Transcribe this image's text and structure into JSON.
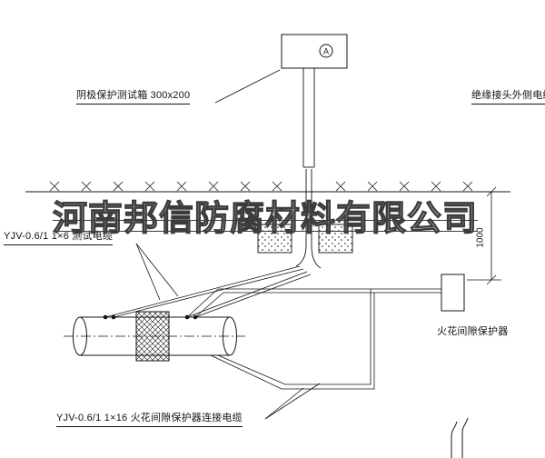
{
  "labels": {
    "test_box": {
      "text": "阴极保护测试箱 300x200"
    },
    "joint_cable": {
      "text": "绝缘接头外侧电缆"
    },
    "test_cable": {
      "text": "YJV-0.6/1  1×6   测试电缆"
    },
    "protector": {
      "text": "火花间隙保护器"
    },
    "connection_cable": {
      "text": "YJV-0.6/1  1×16   火花间隙保护器连接电缆"
    },
    "dimension": {
      "text": "1000"
    },
    "meter": {
      "text": "A"
    }
  },
  "watermark": {
    "text": "河南邦信防腐材料有限公司"
  },
  "colors": {
    "line": "#141414",
    "watermark": "#3c3c3c",
    "background": "#ffffff"
  }
}
